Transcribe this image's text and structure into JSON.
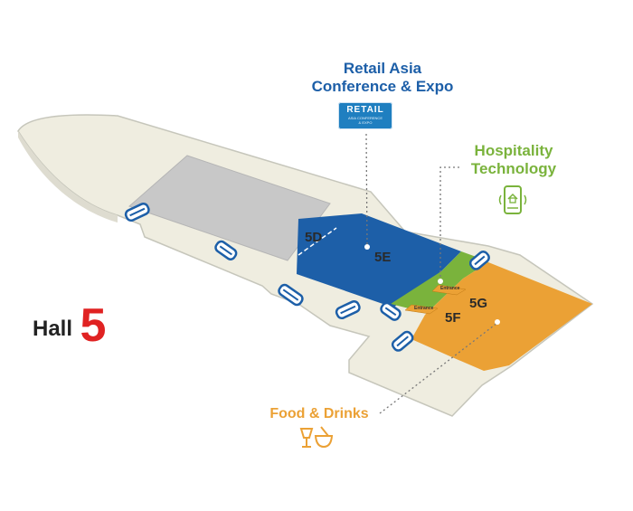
{
  "hall": {
    "word": "Hall",
    "number": "5"
  },
  "events": {
    "retail": {
      "title_line1": "Retail Asia",
      "title_line2": "Conference & Expo",
      "logo_main": "RETAIL",
      "logo_sub1": "ASIA CONFERENCE",
      "logo_sub2": "& EXPO",
      "color": "#1d5fa8"
    },
    "hospitality": {
      "title_line1": "Hospitality",
      "title_line2": "Technology",
      "color": "#7ab33c"
    },
    "food": {
      "title": "Food & Drinks",
      "color": "#eba135"
    }
  },
  "halls": {
    "d": {
      "label": "5D",
      "color": "#1d5fa8"
    },
    "e": {
      "label": "5E",
      "color": "#1d5fa8"
    },
    "f": {
      "label": "5F",
      "color": "#eba135"
    },
    "g": {
      "label": "5G",
      "color": "#eba135"
    },
    "grey_color": "#c8c8c8",
    "green_color": "#7ab33c"
  },
  "entrances": {
    "label_1": "Entrance",
    "label_2": "Entrance"
  },
  "icons": [
    "escalator-icon",
    "phone-home-icon",
    "food-drink-icon",
    "retail-logo"
  ]
}
